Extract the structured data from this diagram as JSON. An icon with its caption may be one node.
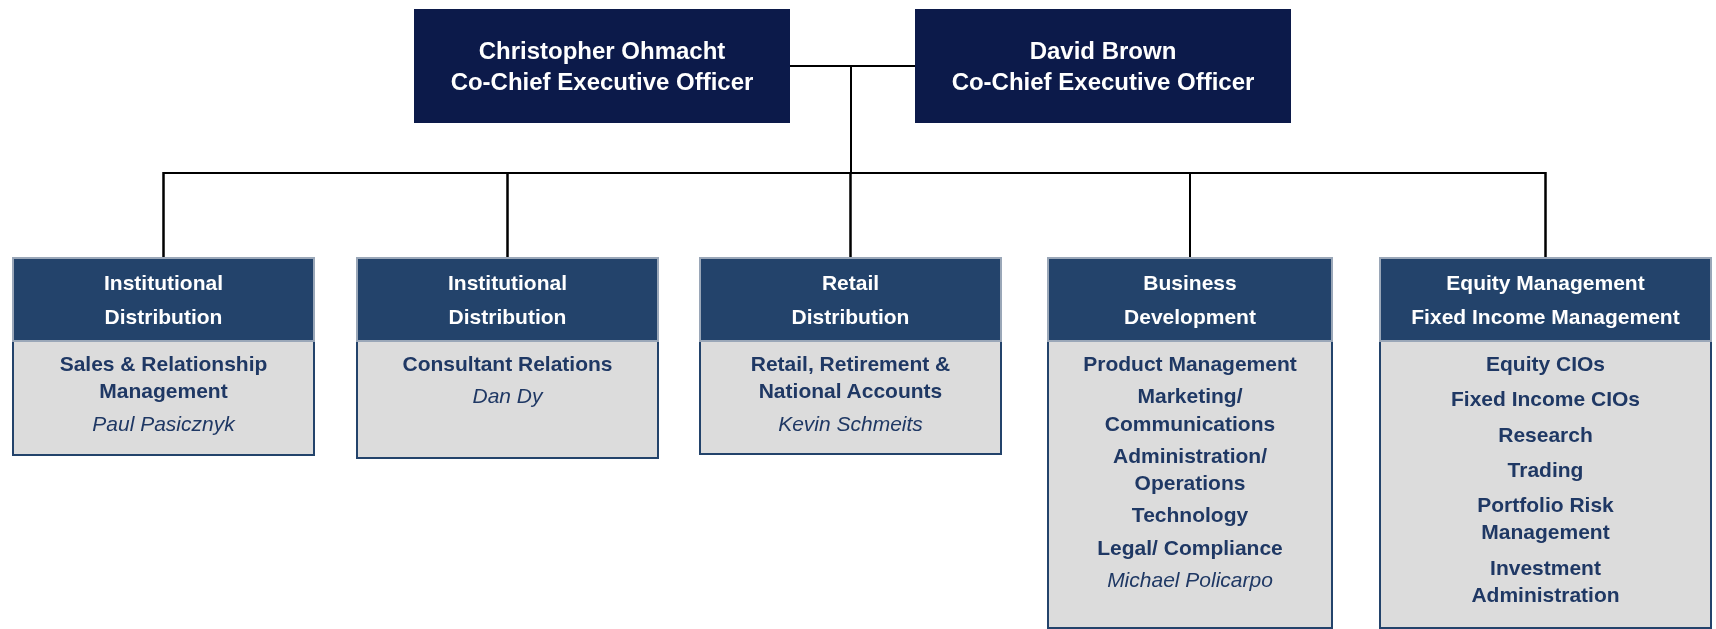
{
  "diagram": {
    "nodes": [
      {
        "text": [
          "Christopher Ohmacht",
          "Co-Chief Executive Officer"
        ]
      },
      {
        "text": [
          "David Brown",
          "Co-Chief Executive Officer"
        ]
      },
      {
        "text": [
          "Institutional Distribution"
        ]
      },
      {
        "text": [
          "Sales & Relationship Management",
          "Paul Pasicznyk"
        ]
      },
      {
        "text": [
          "Institutional Distribution"
        ]
      },
      {
        "text": [
          "Consultant Relations",
          "Dan Dy"
        ]
      },
      {
        "text": [
          "Retail Distribution"
        ]
      },
      {
        "text": [
          "Retail, Retirement & National Accounts",
          "Kevin Schmeits"
        ]
      },
      {
        "text": [
          "Business Development"
        ]
      },
      {
        "text": [
          "Product Management",
          "Marketing/ Communications",
          "Administration/ Operations",
          "Technology",
          "Legal/ Compliance",
          "Michael Policarpo"
        ]
      },
      {
        "text": [
          "Equity Management",
          "Fixed Income Management"
        ]
      },
      {
        "text": [
          "Equity CIOs",
          "Fixed Income CIOs",
          "Research",
          "Trading",
          "Portfolio Risk Management",
          "Investment Administration"
        ]
      }
    ],
    "edges": [
      {
        "from": 0,
        "to": 1,
        "arrow": "none"
      },
      {
        "from": 0,
        "to": 2,
        "arrow": "none"
      },
      {
        "from": 0,
        "to": 4,
        "arrow": "none"
      },
      {
        "from": 0,
        "to": 6,
        "arrow": "none"
      },
      {
        "from": 0,
        "to": 8,
        "arrow": "none"
      },
      {
        "from": 0,
        "to": 10,
        "arrow": "none"
      },
      {
        "from": 1,
        "to": 2,
        "arrow": "none"
      },
      {
        "from": 1,
        "to": 4,
        "arrow": "none"
      },
      {
        "from": 1,
        "to": 6,
        "arrow": "none"
      },
      {
        "from": 1,
        "to": 8,
        "arrow": "none"
      },
      {
        "from": 1,
        "to": 10,
        "arrow": "none"
      }
    ]
  }
}
